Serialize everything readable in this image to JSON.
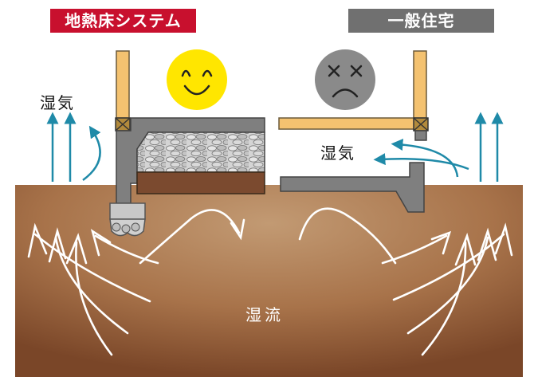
{
  "labels": {
    "system_name": "地熱床システム",
    "ordinary_house": "一般住宅",
    "moisture_left": "湿気",
    "moisture_right": "湿気",
    "moisture_flow": "湿流"
  },
  "colors": {
    "badge_system": "#c8102e",
    "badge_house": "#707070",
    "ground_light": "#b98b63",
    "ground_dark": "#7a4628",
    "wood": "#f4c270",
    "concrete": "#7f7f7f",
    "humidity_arrow": "#1f8aa8",
    "gravel": "#c9c9c9",
    "soil_layer": "#7b4a2f",
    "happy_face": "#ffe600",
    "sad_face": "#8a8a8a"
  },
  "icons": {
    "happy": "smiling-face-icon",
    "sad": "dizzy-sad-face-icon"
  }
}
